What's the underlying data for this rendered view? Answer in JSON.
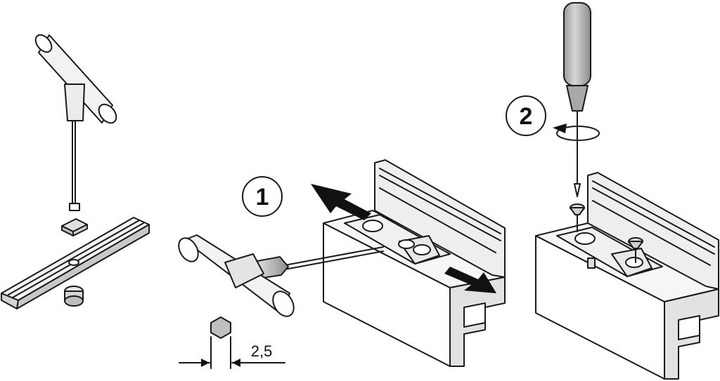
{
  "steps": {
    "step1": "1",
    "step2": "2"
  },
  "dimension": {
    "hex_key_size": "2,5"
  },
  "icons": {
    "left": "t-handle-hex-key-icon",
    "center": "profile-rail-adjust-icon",
    "right": "screwdriver-fastening-icon"
  }
}
